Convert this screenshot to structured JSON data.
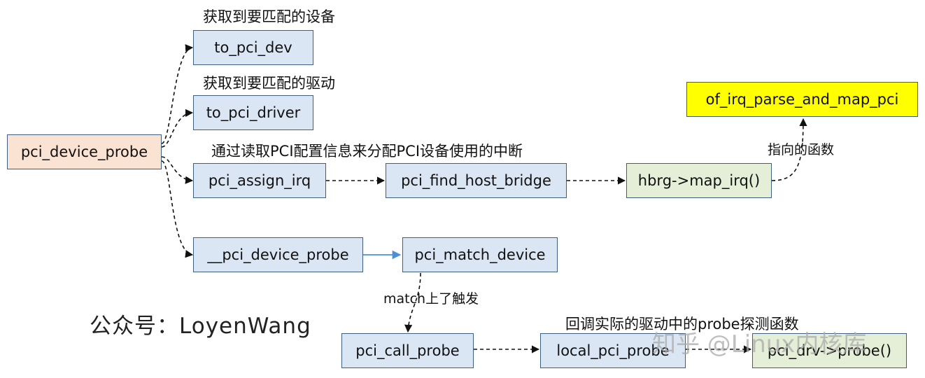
{
  "nodes": {
    "root": "pci_device_probe",
    "to_pci_dev": "to_pci_dev",
    "to_pci_driver": "to_pci_driver",
    "pci_assign_irq": "pci_assign_irq",
    "pci_find_host_bridge": "pci_find_host_bridge",
    "hbrg_map_irq": "hbrg->map_irq()",
    "of_irq": "of_irq_parse_and_map_pci",
    "__pci_device_probe": "__pci_device_probe",
    "pci_match_device": "pci_match_device",
    "pci_call_probe": "pci_call_probe",
    "local_pci_probe": "local_pci_probe",
    "pci_drv_probe": "pci_drv->probe()"
  },
  "labels": {
    "get_device": "获取到要匹配的设备",
    "get_driver": "获取到要匹配的驱动",
    "assign_irq_note": "通过读取PCI配置信息来分配PCI设备使用的中断",
    "points_to": "指向的函数",
    "match_trigger": "match上了触发",
    "callback_note": "回调实际的驱动中的probe探测函数"
  },
  "watermarks": {
    "author": "公众号：LoyenWang",
    "site": "知乎 @Linux内核库"
  },
  "colors": {
    "blue_box": "#dbe6f4",
    "peach_box": "#fbe3d3",
    "green_box": "#e5efd8",
    "yellow_box": "#ffff00",
    "solid_arrow": "#4a90d9",
    "border": "#3f5f82"
  }
}
